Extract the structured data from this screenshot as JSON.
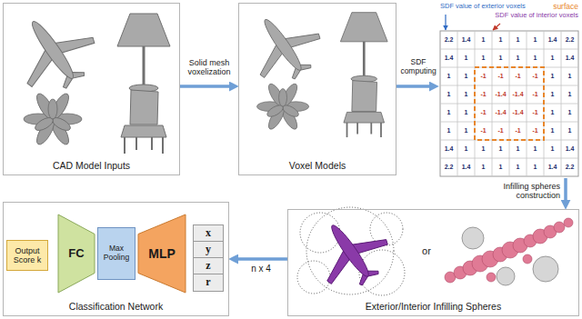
{
  "diagram": {
    "nodes": [
      {
        "text": [
          "CAD Model Inputs"
        ]
      },
      {
        "text": [
          "Voxel Models"
        ]
      },
      {
        "text": [
          "SDF value of exterior voxels",
          "surface",
          "SDF value of interior voxels"
        ]
      },
      {
        "text": [
          "Exterior/Interior Infilling Spheres"
        ]
      },
      {
        "text": [
          "Classification Network"
        ]
      },
      {
        "text": [
          "Output Score k"
        ],
        "in": 4
      },
      {
        "text": [
          "FC"
        ],
        "in": 4
      },
      {
        "text": [
          "Max Pooling"
        ],
        "in": 4
      },
      {
        "text": [
          "MLP"
        ],
        "in": 4
      },
      {
        "text": [
          "x"
        ],
        "in": 4
      },
      {
        "text": [
          "y"
        ],
        "in": 4
      },
      {
        "text": [
          "z"
        ],
        "in": 4
      },
      {
        "text": [
          "r"
        ],
        "in": 4
      }
    ],
    "edges": [
      {
        "from": 0,
        "to": 1,
        "arrow": "to",
        "label": "Solid mesh voxelization"
      },
      {
        "from": 1,
        "to": 2,
        "arrow": "to",
        "label": "SDF computing"
      },
      {
        "from": 2,
        "to": 3,
        "arrow": "to",
        "label": "Infilling spheres construction"
      },
      {
        "from": 3,
        "to": 4,
        "arrow": "to",
        "label": "n x 4"
      }
    ],
    "labels": [
      "2.2",
      "1.4",
      "1",
      "1",
      "1",
      "1",
      "1.4",
      "2.2",
      "1.4",
      "1",
      "1",
      "1",
      "1",
      "1",
      "1",
      "1.4",
      "1",
      "1",
      "-1",
      "-1",
      "-1",
      "-1",
      "1",
      "1",
      "1",
      "1",
      "-1",
      "-1.4",
      "-1.4",
      "-1",
      "1",
      "1",
      "1",
      "1",
      "-1",
      "-1.4",
      "-1.4",
      "-1",
      "1",
      "1",
      "1",
      "1",
      "-1",
      "-1",
      "-1",
      "-1",
      "1",
      "1",
      "1.4",
      "1",
      "1",
      "1",
      "1",
      "1",
      "1",
      "1.4",
      "2.2",
      "1.4",
      "1",
      "1",
      "1",
      "1",
      "1.4",
      "2.2",
      "or"
    ]
  }
}
